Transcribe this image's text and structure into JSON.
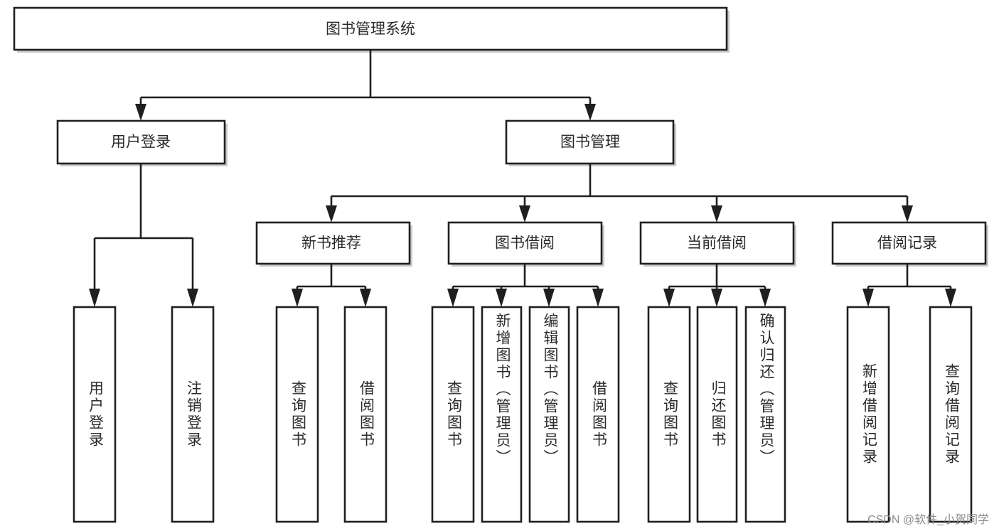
{
  "diagram": {
    "type": "tree-hierarchy-diagram",
    "title": "图书管理系统",
    "watermark": "CSDN @软件_小贺同学",
    "colors": {
      "stroke": "#1f1f1f",
      "fill": "#ffffff",
      "text": "#2b2b2b",
      "watermark": "#8c8c8c",
      "background": "#ffffff"
    },
    "levels": {
      "root_label": "图书管理系统",
      "level2": [
        {
          "label": "用户登录"
        },
        {
          "label": "图书管理"
        }
      ],
      "level3": [
        {
          "label": "新书推荐"
        },
        {
          "label": "图书借阅"
        },
        {
          "label": "当前借阅"
        },
        {
          "label": "借阅记录"
        }
      ]
    },
    "leaves": {
      "user_login": [
        {
          "label": "用户登录"
        },
        {
          "label": "注销登录"
        }
      ],
      "new_book_recommend": [
        {
          "label": "查询图书"
        },
        {
          "label": "借阅图书"
        }
      ],
      "book_borrow": [
        {
          "label": "查询图书"
        },
        {
          "label": "新增图书（管理员）"
        },
        {
          "label": "编辑图书（管理员）"
        },
        {
          "label": "借阅图书"
        }
      ],
      "current_borrow": [
        {
          "label": "查询图书"
        },
        {
          "label": "归还图书"
        },
        {
          "label": "确认归还（管理员）"
        }
      ],
      "borrow_records": [
        {
          "label": "新增借阅记录"
        },
        {
          "label": "查询借阅记录"
        }
      ]
    }
  }
}
